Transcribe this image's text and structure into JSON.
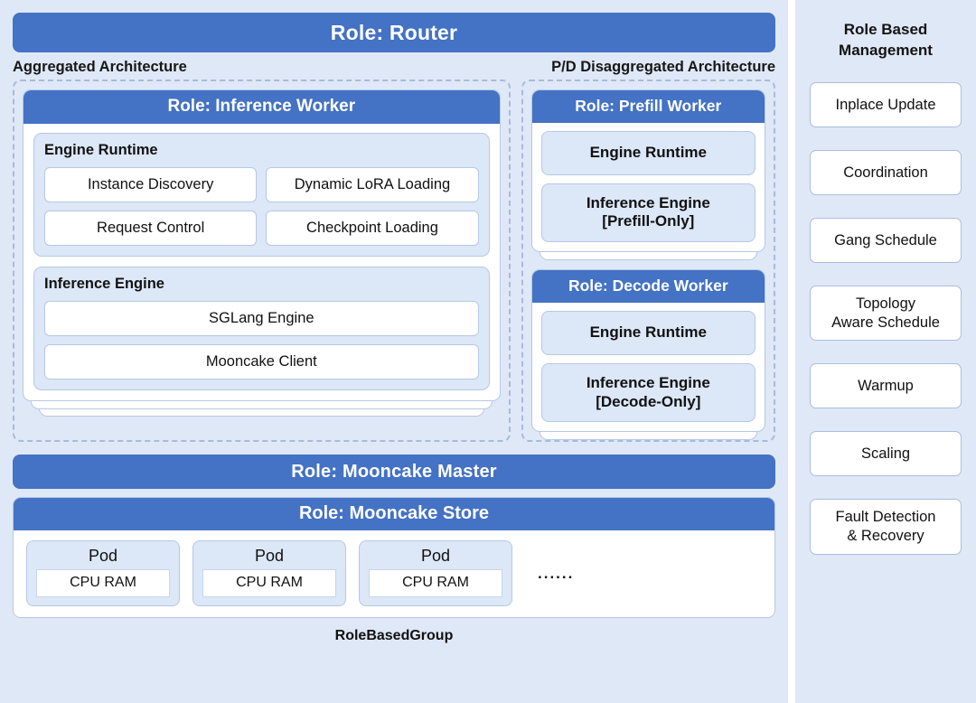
{
  "main": {
    "router_bar": "Role: Router",
    "arch_labels": {
      "left": "Aggregated Architecture",
      "right": "P/D Disaggregated Architecture"
    },
    "aggregated": {
      "role_title": "Role: Inference Worker",
      "groups": [
        {
          "title": "Engine Runtime",
          "chips": [
            [
              "Instance Discovery",
              "Dynamic LoRA Loading"
            ],
            [
              "Request Control",
              "Checkpoint Loading"
            ]
          ]
        },
        {
          "title": "Inference Engine",
          "stacked_chips": [
            "SGLang Engine",
            "Mooncake Client"
          ]
        }
      ]
    },
    "disaggregated": {
      "prefill": {
        "role_title": "Role: Prefill Worker",
        "chips": [
          "Engine Runtime",
          "Inference Engine\n[Prefill-Only]"
        ],
        "chip1": "Engine Runtime",
        "chip2_line1": "Inference Engine",
        "chip2_line2": "[Prefill-Only]"
      },
      "decode": {
        "role_title": "Role: Decode Worker",
        "chip1": "Engine Runtime",
        "chip2_line1": "Inference Engine",
        "chip2_line2": "[Decode-Only]"
      }
    },
    "mooncake_master_bar": "Role: Mooncake Master",
    "mooncake_store": {
      "header": "Role: Mooncake Store",
      "pods": [
        {
          "title": "Pod",
          "inner": "CPU RAM"
        },
        {
          "title": "Pod",
          "inner": "CPU RAM"
        },
        {
          "title": "Pod",
          "inner": "CPU RAM"
        }
      ],
      "ellipsis": "......"
    },
    "group_caption": "RoleBasedGroup"
  },
  "sidebar": {
    "title_line1": "Role Based",
    "title_line2": "Management",
    "items": [
      {
        "label": "Inplace Update"
      },
      {
        "label": "Coordination"
      },
      {
        "label": "Gang Schedule"
      },
      {
        "label": "Topology",
        "label2": "Aware Schedule"
      },
      {
        "label": "Warmup"
      },
      {
        "label": "Scaling"
      },
      {
        "label": "Fault Detection",
        "label2": "& Recovery"
      }
    ]
  },
  "colors": {
    "accent_blue": "#4472c4",
    "panel_bg": "#dfe8f6",
    "group_fill": "#dce7f7",
    "border": "#b7c8e6",
    "dashed_border": "#a9bade"
  }
}
